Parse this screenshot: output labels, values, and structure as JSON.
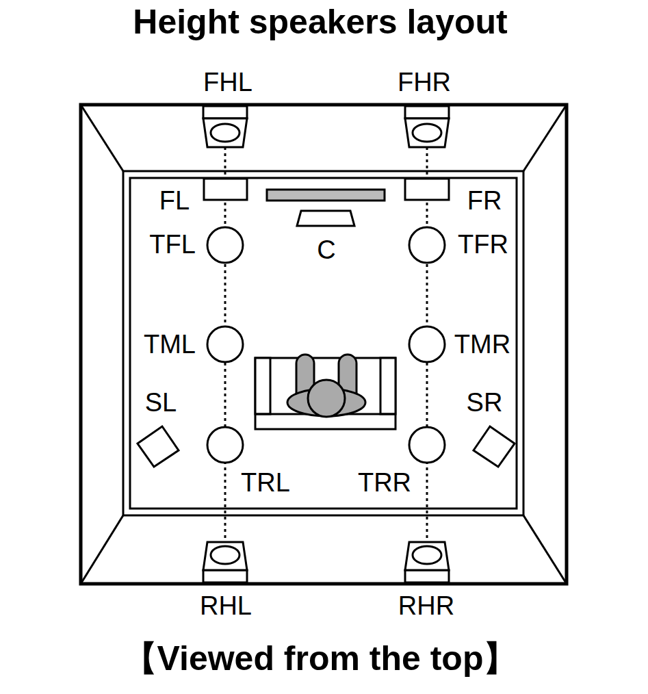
{
  "diagram": {
    "title": "Height speakers layout",
    "caption": "【Viewed from the top】",
    "labels": [
      "FHL",
      "FHR",
      "FL",
      "FR",
      "TFL",
      "C",
      "TFR",
      "TML",
      "TMR",
      "SL",
      "SR",
      "TRL",
      "TRR",
      "RHL",
      "RHR"
    ]
  }
}
